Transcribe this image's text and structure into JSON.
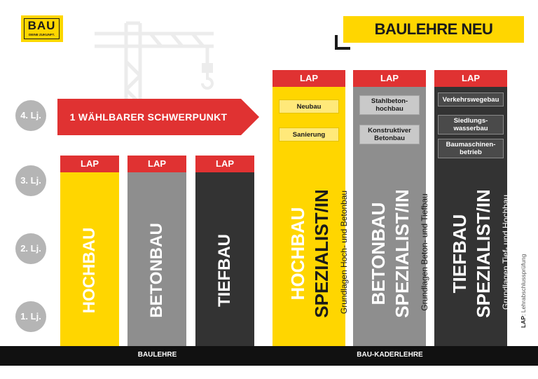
{
  "logo": {
    "text": "BAU",
    "tagline": "DEINE ZUKUNFT."
  },
  "title": "BAULEHRE NEU",
  "years": [
    "4. Lj.",
    "3. Lj.",
    "2. Lj.",
    "1. Lj."
  ],
  "arrow_label": "1 WÄHLBARER SCHWERPUNKT",
  "lap_label": "LAP",
  "baulehre": {
    "label": "BAULEHRE",
    "columns": [
      {
        "name": "HOCHBAU",
        "color": "#ffd600",
        "text_color": "#ffffff"
      },
      {
        "name": "BETONBAU",
        "color": "#8e8e8e",
        "text_color": "#ffffff"
      },
      {
        "name": "TIEFBAU",
        "color": "#333333",
        "text_color": "#ffffff"
      }
    ]
  },
  "kaderlehre": {
    "label": "BAU-KADERLEHRE",
    "columns": [
      {
        "line1": "HOCHBAU",
        "line2": "SPEZIALIST/IN",
        "sub": "Grundlagen Hoch- und Betonbau",
        "color": "#ffd600",
        "options": [
          "Neubau",
          "Sanierung"
        ]
      },
      {
        "line1": "BETONBAU",
        "line2": "SPEZIALIST/IN",
        "sub": "Grundlagen Beton- und Tiefbau",
        "color": "#8e8e8e",
        "options": [
          "Stahlbeton-\nhochbau",
          "Konstruktiver\nBetonbau"
        ]
      },
      {
        "line1": "TIEFBAU",
        "line2": "SPEZIALIST/IN",
        "sub": "Grundlagen Tief- und Hochbau",
        "color": "#333333",
        "options": [
          "Verkehrswegebau",
          "Siedlungs-\nwasserbau",
          "Baumaschinen-\nbetrieb"
        ]
      }
    ]
  },
  "legend": {
    "abbr": "LAP",
    "text": ": Lehrabschlussprüfung"
  },
  "colors": {
    "accent_red": "#e03232",
    "yellow": "#ffd600",
    "bar": "#111111"
  }
}
